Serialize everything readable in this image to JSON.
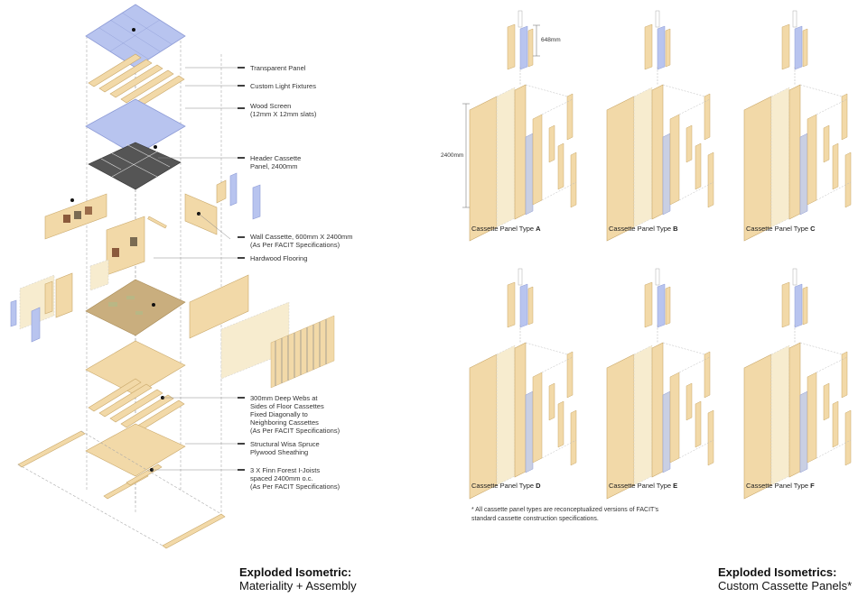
{
  "labels": {
    "transparent_panel": "Transparent Panel",
    "light_fixtures": "Custom Light Fixtures",
    "wood_screen": "Wood Screen\n(12mm X 12mm slats)",
    "header_cassette": "Header Cassette\nPanel, 2400mm",
    "wall_cassette": "Wall Cassette, 600mm X 2400mm\n(As Per FACIT Specifications)",
    "hardwood_flooring": "Hardwood Flooring",
    "deep_webs": "300mm Deep Webs at\nSides of Floor Cassettes\nFixed Diagonally to\nNeighboring Cassettes\n(As Per FACIT Specifications)",
    "plywood_sheathing": "Structural Wisa Spruce\nPlywood Sheathing",
    "i_joists": "3 X Finn Forest I-Joists\nspaced 2400mm o.c.\n(As Per FACIT Specifications)"
  },
  "dimensions": {
    "top_height": "648mm",
    "panel_height": "2400mm"
  },
  "panel_caption_prefix": "Cassette Panel Type",
  "panel_types": [
    "A",
    "B",
    "C",
    "D",
    "E",
    "F"
  ],
  "footnote": "* All cassette panel types are reconceptualized versions of FACIT's standard cassette construction specifications.",
  "titles": {
    "left_bold": "Exploded Isometric:",
    "left_sub": "Materiality + Assembly",
    "right_bold": "Exploded Isometrics:",
    "right_sub": "Custom Cassette Panels*"
  },
  "colors": {
    "wood": "#f2d9a8",
    "wood_dark": "#d9b77a",
    "glass": "#b8c4ef",
    "glass_edge": "#8d9bd6",
    "header": "#555555",
    "line": "#999999",
    "floor": "#c9ae7e"
  }
}
